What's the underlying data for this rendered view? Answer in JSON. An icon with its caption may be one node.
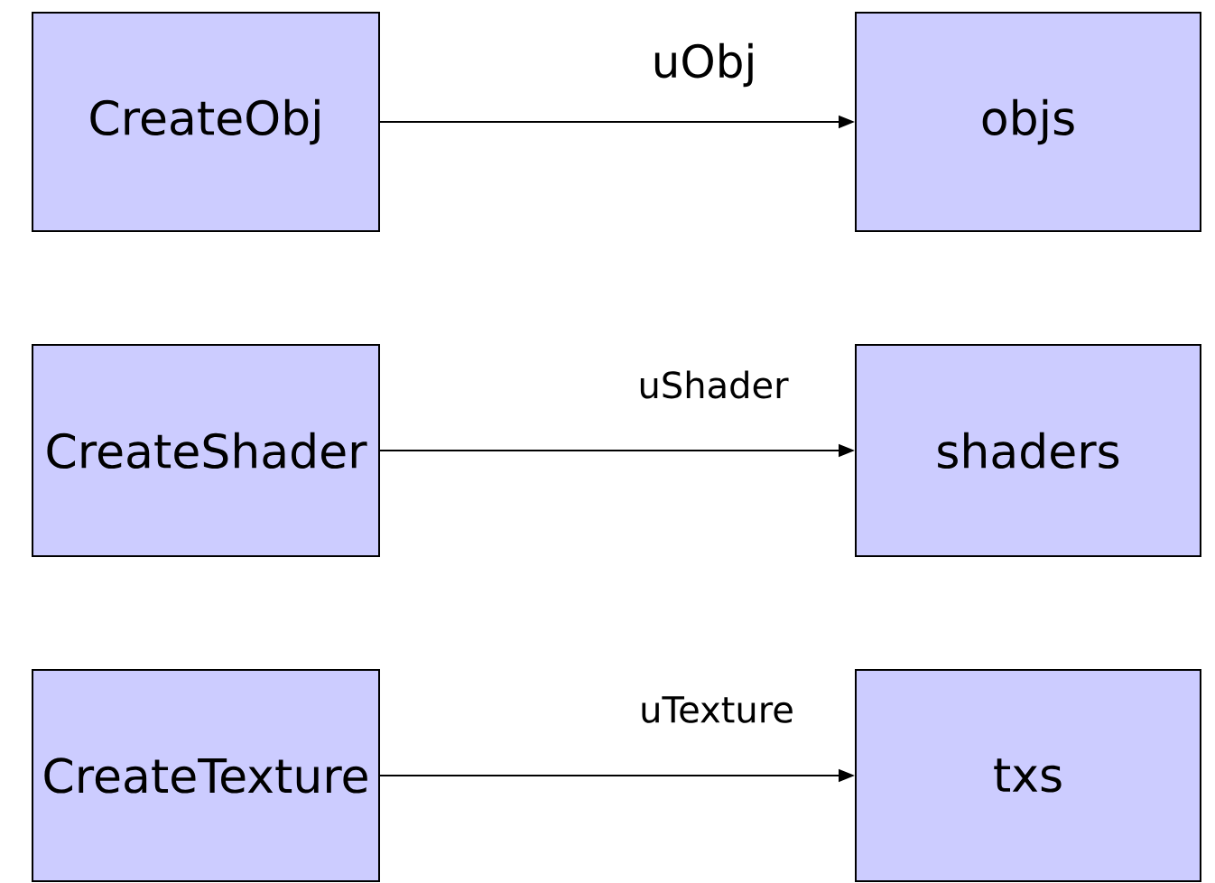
{
  "diagram": {
    "nodes": [
      {
        "text": [
          "CreateObj"
        ]
      },
      {
        "text": [
          "objs"
        ]
      },
      {
        "text": [
          "CreateShader"
        ]
      },
      {
        "text": [
          "shaders"
        ]
      },
      {
        "text": [
          "CreateTexture"
        ]
      },
      {
        "text": [
          "txs"
        ]
      }
    ],
    "edges": [
      {
        "from": 0,
        "to": 1,
        "arrow": "to",
        "label": "uObj"
      },
      {
        "from": 2,
        "to": 3,
        "arrow": "to",
        "label": "uShader"
      },
      {
        "from": 4,
        "to": 5,
        "arrow": "to",
        "label": "uTexture"
      }
    ]
  }
}
